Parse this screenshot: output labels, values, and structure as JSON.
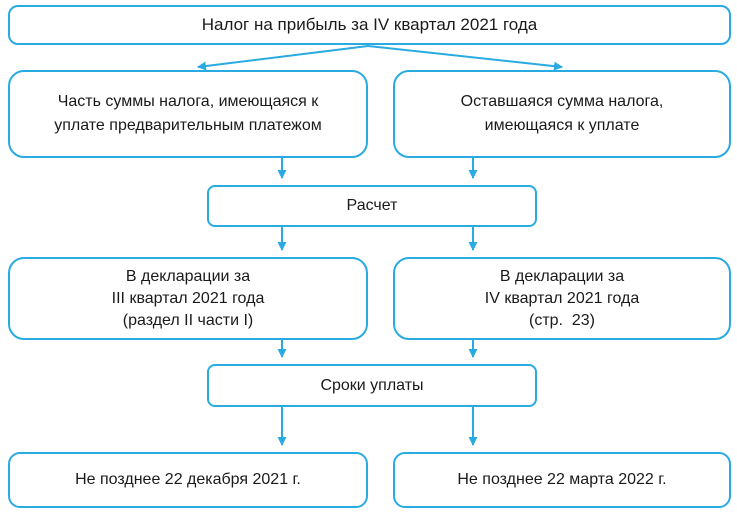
{
  "colors": {
    "line": "#29ABE2",
    "text": "#1a1a1a",
    "background": "#ffffff"
  },
  "flowchart": {
    "title": "Налог на прибыль за IV квартал 2021 года",
    "calc_label": "Расчет",
    "terms_label": "Сроки уплаты",
    "left": {
      "summary_lines": [
        "Часть суммы налога, имеющаяся к",
        "уплате предварительным платежом"
      ],
      "declaration_lines": [
        "В декларации за",
        "III квартал 2021 года",
        "(раздел II части I)"
      ],
      "deadline": "Не позднее 22 декабря 2021 г."
    },
    "right": {
      "summary_lines": [
        "Оставшаяся сумма налога,",
        "имеющаяся к уплате"
      ],
      "declaration_lines": [
        "В декларации за",
        "IV квартал 2021 года",
        "(стр.  23)"
      ],
      "deadline": "Не позднее 22 марта 2022 г."
    }
  }
}
